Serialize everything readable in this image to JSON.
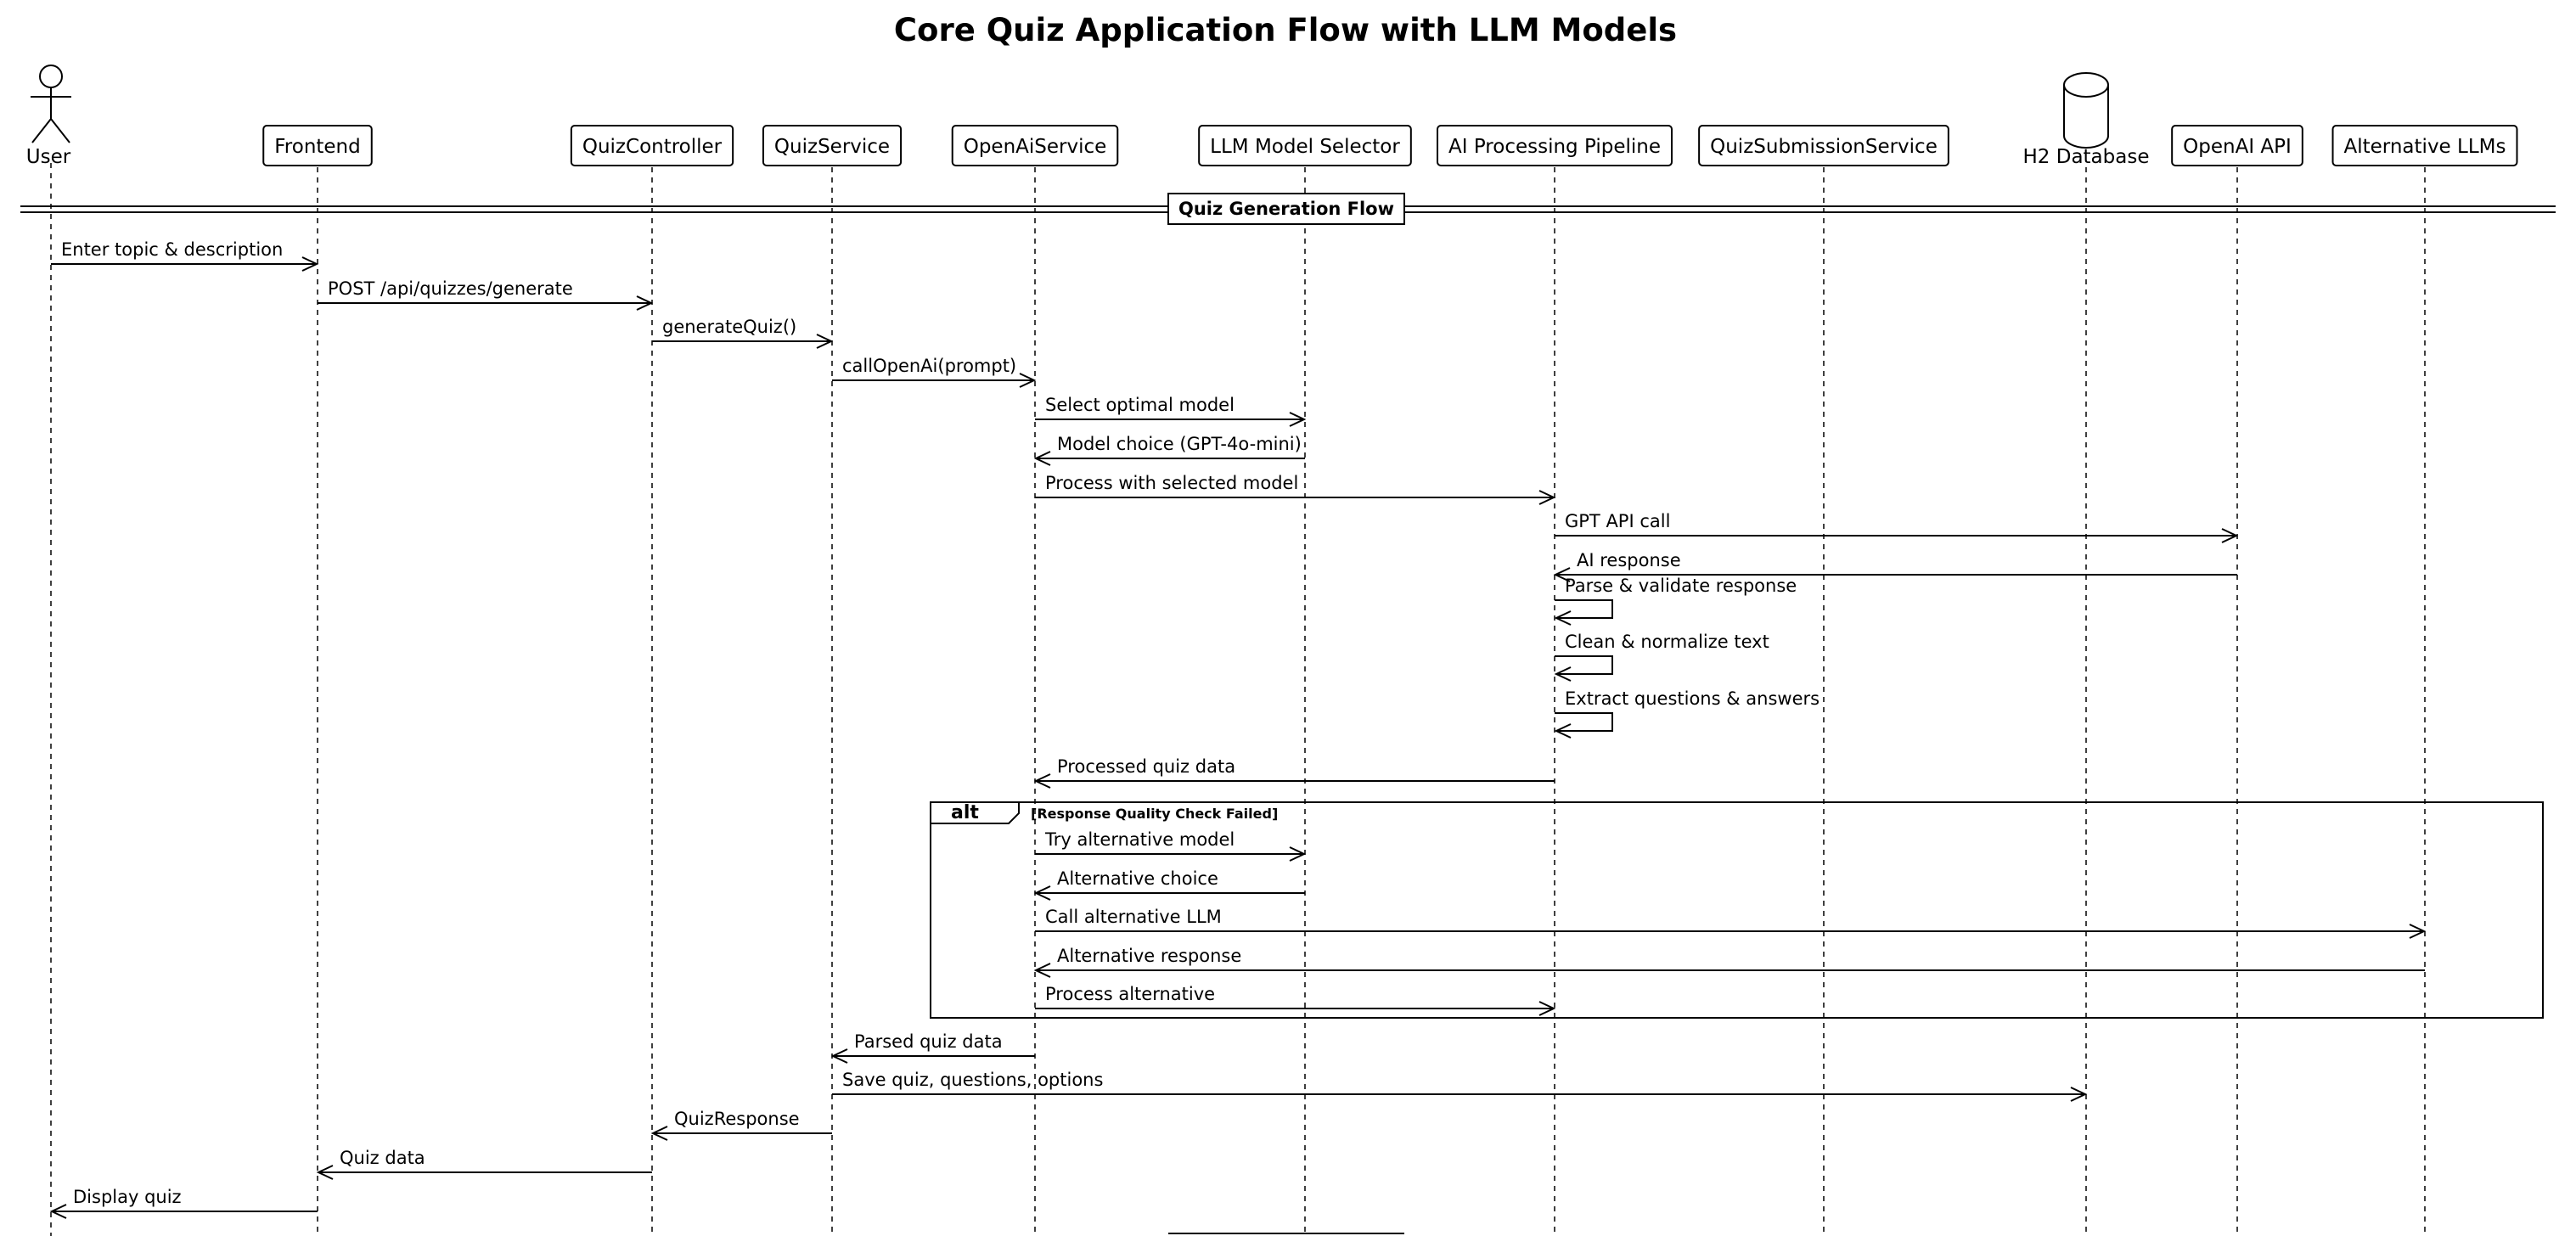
{
  "title": "Core Quiz Application Flow with LLM Models",
  "participants": [
    {
      "id": "user",
      "label": "User",
      "kind": "actor"
    },
    {
      "id": "frontend",
      "label": "Frontend",
      "kind": "box"
    },
    {
      "id": "quizcontroller",
      "label": "QuizController",
      "kind": "box"
    },
    {
      "id": "quizservice",
      "label": "QuizService",
      "kind": "box"
    },
    {
      "id": "openaiservice",
      "label": "OpenAiService",
      "kind": "box"
    },
    {
      "id": "llmselector",
      "label": "LLM Model Selector",
      "kind": "box"
    },
    {
      "id": "pipeline",
      "label": "AI Processing Pipeline",
      "kind": "box"
    },
    {
      "id": "submission",
      "label": "QuizSubmissionService",
      "kind": "box"
    },
    {
      "id": "h2db",
      "label": "H2 Database",
      "kind": "database"
    },
    {
      "id": "openaiapi",
      "label": "OpenAI API",
      "kind": "box"
    },
    {
      "id": "altllms",
      "label": "Alternative LLMs",
      "kind": "box"
    }
  ],
  "section": {
    "label": "Quiz Generation Flow"
  },
  "messages": [
    {
      "from": "user",
      "to": "frontend",
      "label": "Enter topic & description"
    },
    {
      "from": "frontend",
      "to": "quizcontroller",
      "label": "POST /api/quizzes/generate"
    },
    {
      "from": "quizcontroller",
      "to": "quizservice",
      "label": "generateQuiz()"
    },
    {
      "from": "quizservice",
      "to": "openaiservice",
      "label": "callOpenAi(prompt)"
    },
    {
      "from": "openaiservice",
      "to": "llmselector",
      "label": "Select optimal model"
    },
    {
      "from": "llmselector",
      "to": "openaiservice",
      "label": "Model choice (GPT-4o-mini)"
    },
    {
      "from": "openaiservice",
      "to": "pipeline",
      "label": "Process with selected model"
    },
    {
      "from": "pipeline",
      "to": "openaiapi",
      "label": "GPT API call"
    },
    {
      "from": "openaiapi",
      "to": "pipeline",
      "label": "AI response"
    },
    {
      "from": "pipeline",
      "to": "pipeline",
      "label": "Parse & validate response"
    },
    {
      "from": "pipeline",
      "to": "pipeline",
      "label": "Clean & normalize text"
    },
    {
      "from": "pipeline",
      "to": "pipeline",
      "label": "Extract questions & answers"
    },
    {
      "from": "pipeline",
      "to": "openaiservice",
      "label": "Processed quiz data"
    },
    {
      "from": "openaiservice",
      "to": "llmselector",
      "label": "Try alternative model"
    },
    {
      "from": "llmselector",
      "to": "openaiservice",
      "label": "Alternative choice"
    },
    {
      "from": "openaiservice",
      "to": "altllms",
      "label": "Call alternative LLM"
    },
    {
      "from": "altllms",
      "to": "openaiservice",
      "label": "Alternative response"
    },
    {
      "from": "openaiservice",
      "to": "pipeline",
      "label": "Process alternative"
    },
    {
      "from": "openaiservice",
      "to": "quizservice",
      "label": "Parsed quiz data"
    },
    {
      "from": "quizservice",
      "to": "h2db",
      "label": "Save quiz, questions, options"
    },
    {
      "from": "quizservice",
      "to": "quizcontroller",
      "label": "QuizResponse"
    },
    {
      "from": "quizcontroller",
      "to": "frontend",
      "label": "Quiz data"
    },
    {
      "from": "frontend",
      "to": "user",
      "label": "Display quiz"
    }
  ],
  "alt": {
    "keyword": "alt",
    "condition": "[Response Quality Check Failed]"
  }
}
